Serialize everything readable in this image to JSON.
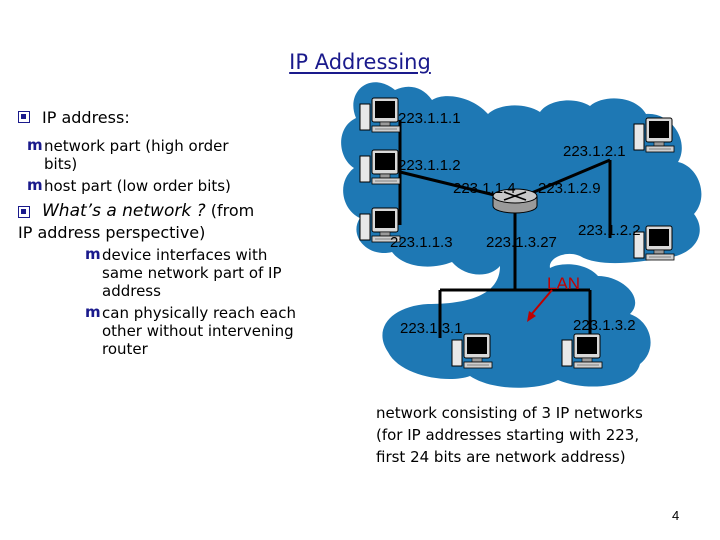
{
  "title": "IP Addressing",
  "bullets": {
    "b1": "IP address:",
    "b1_sub1_line1": "network part (high order",
    "b1_sub1_line2": "bits)",
    "b1_sub2": "host part (low order bits)",
    "b2_line1_italic": "What’s a network ?",
    "b2_line1_rest": " (from",
    "b2_line2": "IP address perspective)",
    "b2_sub1_line1": "device interfaces with",
    "b2_sub1_line2": "same network part of IP",
    "b2_sub1_line3": "address",
    "b2_sub2_line1": "can physically reach each",
    "b2_sub2_line2": "other without intervening",
    "b2_sub2_line3": "router"
  },
  "diagram": {
    "addr_1_1_1": "223.1.1.1",
    "addr_1_1_2": "223.1.1.2",
    "addr_1_1_4": "223.1.1.4",
    "addr_1_1_3": "223.1.1.3",
    "addr_1_2_1": "223.1.2.1",
    "addr_1_2_9": "223.1.2.9",
    "addr_1_2_2": "223.1.2.2",
    "addr_1_3_27": "223.1.3.27",
    "addr_1_3_1": "223.1.3.1",
    "addr_1_3_2": "223.1.3.2",
    "lan_label": "LAN",
    "cloud_color": "#1e78b4",
    "link_color": "#000000",
    "lan_color": "#c00000"
  },
  "caption": {
    "line1": "network consisting of 3 IP networks",
    "line2": "(for IP addresses starting with 223,",
    "line3": "first 24 bits are network address)"
  },
  "page_number": "4"
}
